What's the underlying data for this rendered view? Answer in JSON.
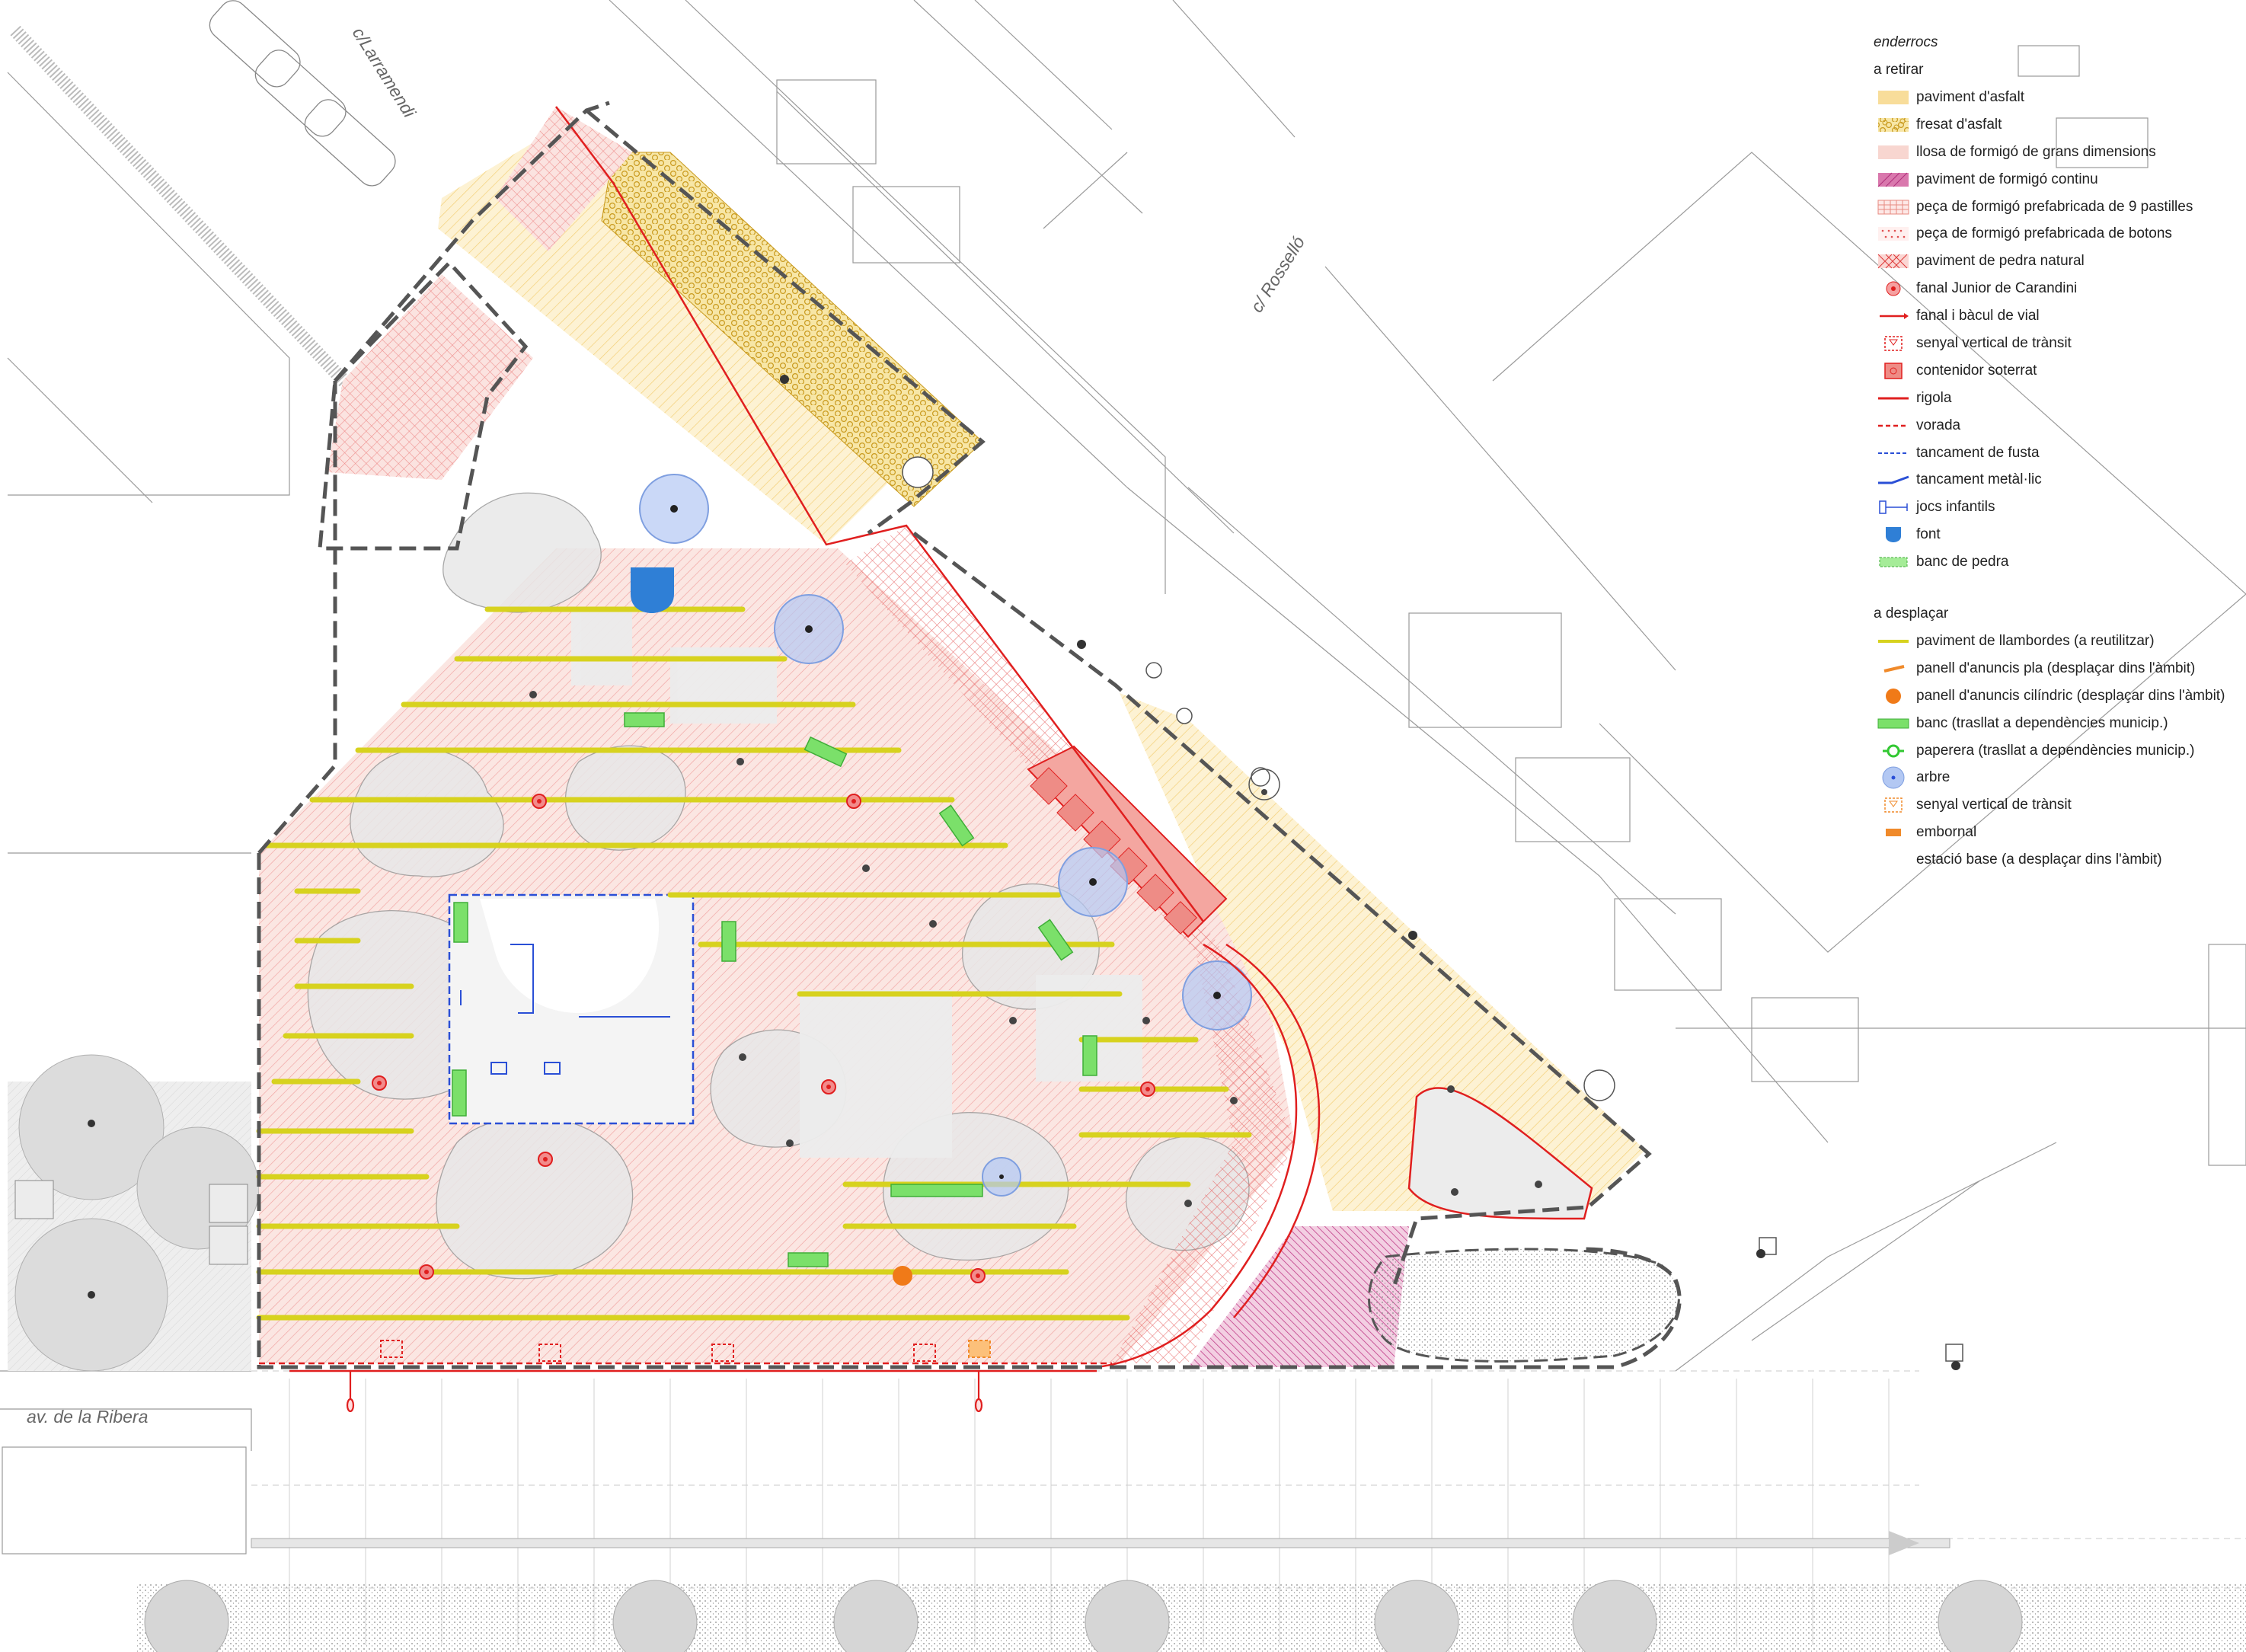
{
  "streets": [
    {
      "id": "larramendi",
      "label": "c/Larramendi"
    },
    {
      "id": "rossello",
      "label": "c/ Rosselló"
    },
    {
      "id": "ribera",
      "label": "av. de la Ribera"
    }
  ],
  "legend": {
    "title": "enderrocs",
    "sections": [
      {
        "heading": "a retirar",
        "items": [
          {
            "label": "paviment d'asfalt",
            "icon": "asphalt-swatch",
            "color": "#f8dd9a"
          },
          {
            "label": "fresat d'asfalt",
            "icon": "milled-asphalt-swatch",
            "color": "#e0b232"
          },
          {
            "label": "llosa de formigó de grans dimensions",
            "icon": "concrete-slab-swatch",
            "color": "#f7cfc8"
          },
          {
            "label": "paviment de formigó continu",
            "icon": "continuous-concrete-swatch",
            "color": "#cc5c98"
          },
          {
            "label": "peça de formigó prefabricada de 9 pastilles",
            "icon": "precast-9-tile-swatch",
            "color": "#e88a80"
          },
          {
            "label": "peça de formigó prefabricada de botons",
            "icon": "precast-button-swatch",
            "color": "#e05050"
          },
          {
            "label": "paviment de pedra natural",
            "icon": "natural-stone-swatch",
            "color": "#dd3a3a"
          },
          {
            "label": "fanal Junior de Carandini",
            "icon": "streetlamp-icon",
            "color": "#e23a3a"
          },
          {
            "label": "fanal i bàcul de vial",
            "icon": "road-lamp-icon",
            "color": "#e23a3a"
          },
          {
            "label": "senyal vertical de trànsit",
            "icon": "traffic-sign-icon",
            "color": "#e23a3a"
          },
          {
            "label": "contenidor soterrat",
            "icon": "underground-container-icon",
            "color": "#e23a3a"
          },
          {
            "label": "rigola",
            "icon": "gutter-line-icon",
            "color": "#e01f1f"
          },
          {
            "label": "vorada",
            "icon": "kerb-line-icon",
            "color": "#e01f1f"
          },
          {
            "label": "tancament de fusta",
            "icon": "wood-fence-line-icon",
            "color": "#2a4fd6"
          },
          {
            "label": "tancament metàl·lic",
            "icon": "metal-fence-line-icon",
            "color": "#2a4fd6"
          },
          {
            "label": "jocs infantils",
            "icon": "playground-icon",
            "color": "#2a4fd6"
          },
          {
            "label": "font",
            "icon": "fountain-icon",
            "color": "#2f7fd6"
          },
          {
            "label": "banc de pedra",
            "icon": "stone-bench-icon",
            "color": "#7be06a"
          }
        ]
      },
      {
        "heading": "a desplaçar",
        "items": [
          {
            "label": "paviment de llambordes (a reutilitzar)",
            "icon": "cobblestone-line-icon",
            "color": "#d7d21e"
          },
          {
            "label": "panell d'anuncis pla (desplaçar dins l'àmbit)",
            "icon": "flat-billboard-icon",
            "color": "#f08a2a"
          },
          {
            "label": "panell d'anuncis cilíndric (desplaçar dins l'àmbit)",
            "icon": "cylindrical-billboard-icon",
            "color": "#f07a18"
          },
          {
            "label": "banc (trasllat a dependències municip.)",
            "icon": "bench-icon",
            "color": "#7be06a"
          },
          {
            "label": "paperera (trasllat a dependències municip.)",
            "icon": "bin-icon",
            "color": "#32c832"
          },
          {
            "label": "arbre",
            "icon": "tree-icon",
            "color": "#8fb0f0"
          },
          {
            "label": "senyal vertical de trànsit",
            "icon": "traffic-sign-move-icon",
            "color": "#f08a2a"
          },
          {
            "label": "embornal",
            "icon": "drain-icon",
            "color": "#f08a2a"
          },
          {
            "label": "estació base (a desplaçar dins l'àmbit)",
            "icon": "base-station-icon",
            "color": "#f08a2a"
          }
        ]
      }
    ]
  }
}
